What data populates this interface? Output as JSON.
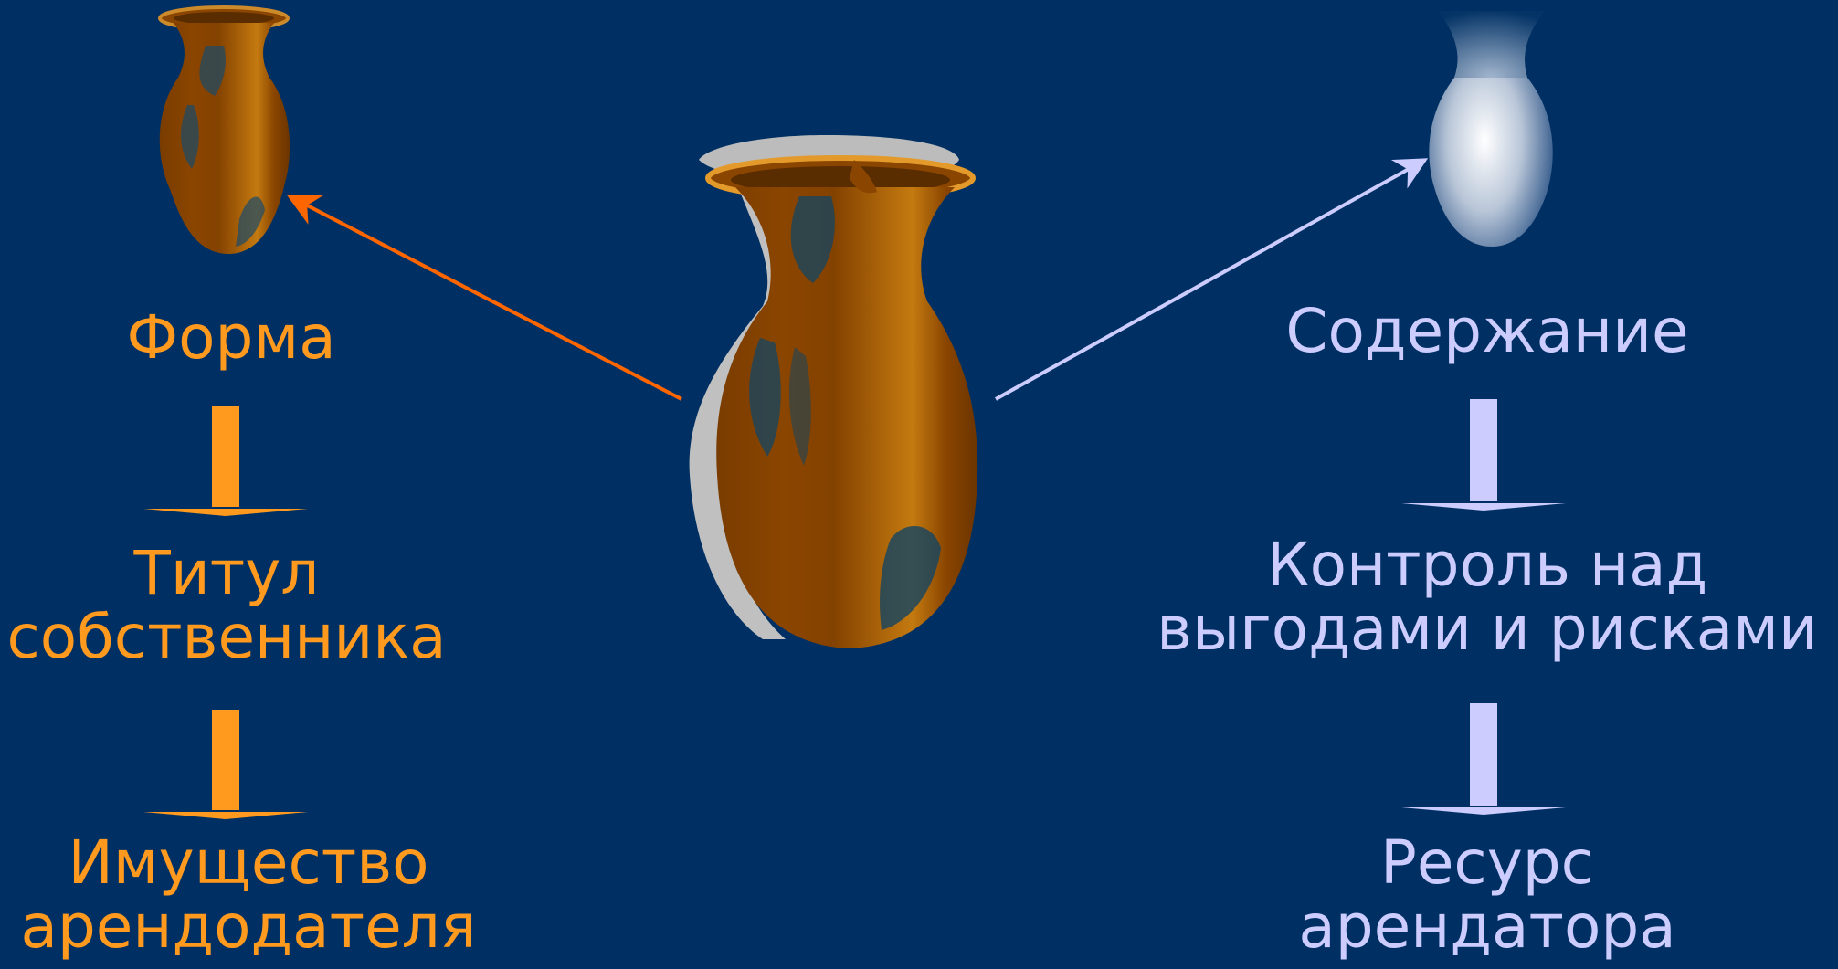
{
  "colors": {
    "background": "#003063",
    "left_text": "#ff9a1f",
    "right_text": "#ccccff",
    "left_arrow": "#ff6600",
    "right_arrow": "#ccccff",
    "vase_body": "#8a4500"
  },
  "left": {
    "heading": "Форма",
    "step1_line1": "Титул",
    "step1_line2": "собственника",
    "step2_line1": "Имущество",
    "step2_line2": "арендодателя"
  },
  "right": {
    "heading": "Содержание",
    "step1_line1": "Контроль над",
    "step1_line2": "выгодами и рисками",
    "step2_line1": "Ресурс",
    "step2_line2": "арендатора"
  }
}
